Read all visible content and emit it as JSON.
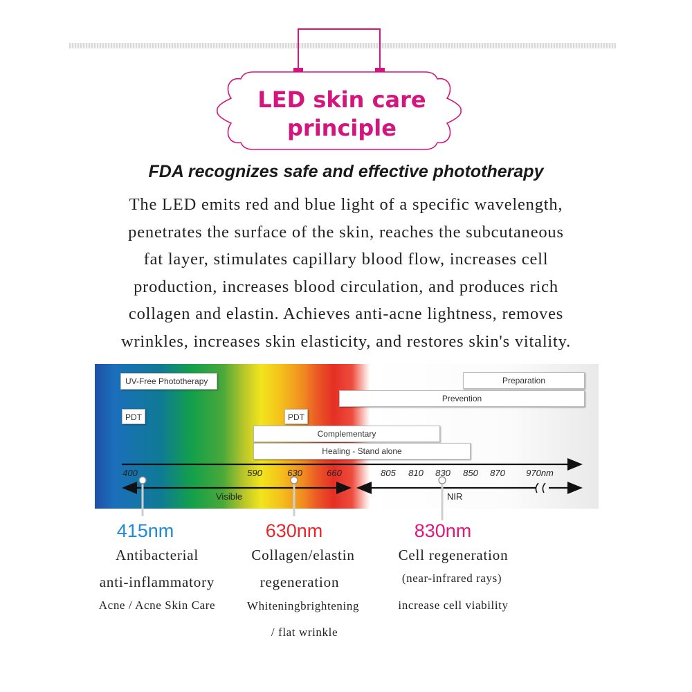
{
  "header": {
    "title_line1": "LED skin care",
    "title_line2": "principle",
    "accent_color": "#d4157e"
  },
  "subtitle": "FDA recognizes safe and effective phototherapy",
  "body_lines": [
    "The LED emits red and blue light of a specific wavelength,",
    "penetrates the surface of the skin, reaches the subcutaneous",
    "fat layer, stimulates capillary blood flow, increases cell",
    "production, increases blood circulation, and produces rich",
    "collagen and elastin. Achieves anti-acne lightness, removes",
    "wrinkles, increases skin elasticity, and restores skin's vitality."
  ],
  "spectrum": {
    "boxes": {
      "uv_free": "UV-Free Phototherapy",
      "pdt_1": "PDT",
      "pdt_2": "PDT",
      "preparation": "Preparation",
      "prevention": "Prevention",
      "complementary": "Complementary",
      "healing": "Healing - Stand alone"
    },
    "ticks": {
      "t400": "400",
      "t590": "590",
      "t630": "630",
      "t660": "660",
      "t805": "805",
      "t810": "810",
      "t830": "830",
      "t850": "850",
      "t870": "870",
      "t970": "970nm"
    },
    "visible_label": "Visible",
    "nir_label": "NIR"
  },
  "columns": [
    {
      "wavelength": "415nm",
      "color": "#1f8ad6",
      "line1": "Antibacterial",
      "line2": "anti-inflammatory",
      "line3": "Acne / Acne Skin Care"
    },
    {
      "wavelength": "630nm",
      "color": "#e8262d",
      "line1": "Collagen/elastin",
      "line2": "regeneration",
      "line3": "Whiteningbrightening",
      "line4": "/ flat wrinkle"
    },
    {
      "wavelength": "830nm",
      "color": "#e0157e",
      "line1": "Cell regeneration",
      "line2": "(near-infrared rays)",
      "line3": "increase cell viability"
    }
  ]
}
